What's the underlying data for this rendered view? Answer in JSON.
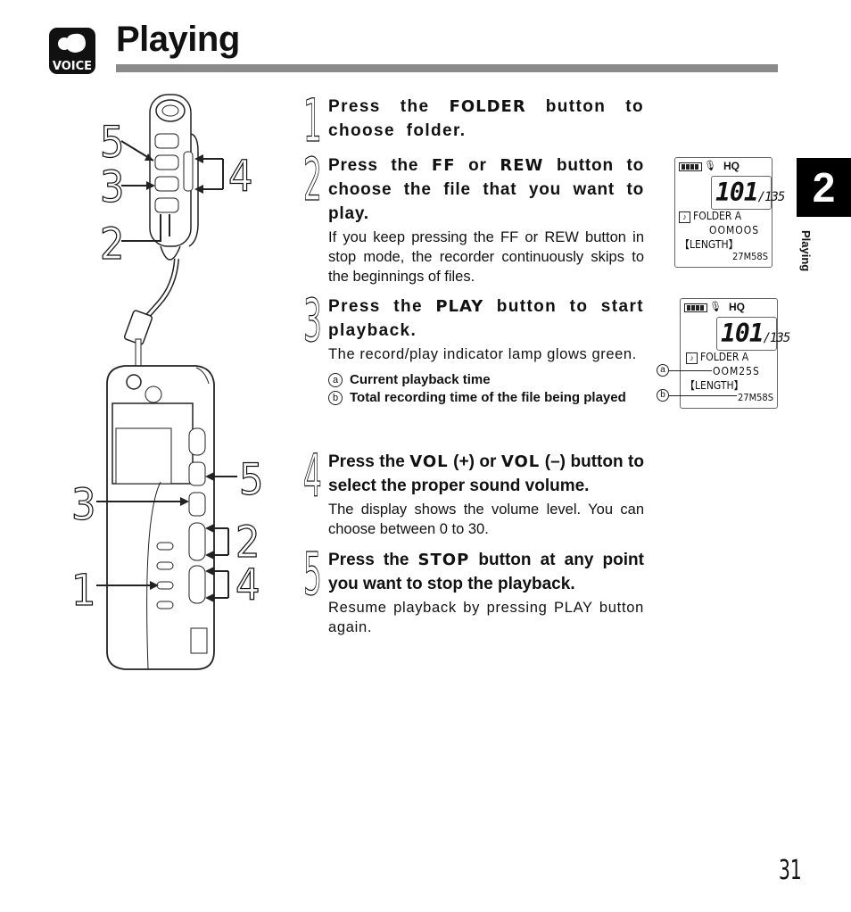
{
  "header": {
    "logo_text": "VOICE",
    "title": "Playing"
  },
  "side_tab": {
    "chapter": "2",
    "label": "Playing"
  },
  "illustration": {
    "callouts_top": [
      "5",
      "3",
      "2",
      "4"
    ],
    "callouts_bottom": [
      "3",
      "1",
      "5",
      "2",
      "4"
    ]
  },
  "steps": [
    {
      "number": "1",
      "head_pre": "Press the ",
      "head_kw": "FOLDER",
      "head_post": " button to choose folder."
    },
    {
      "number": "2",
      "head_pre": "Press the ",
      "head_kw": "FF",
      "head_mid": " or ",
      "head_kw2": "REW",
      "head_post": " button to choose the file that you want to play.",
      "text": "If you keep pressing the FF or REW button in stop mode, the recorder continuously skips to the beginnings of files."
    },
    {
      "number": "3",
      "head_pre": "Press the ",
      "head_kw": "PLAY",
      "head_post": " button to start playback.",
      "text": "The record/play indicator lamp glows green.",
      "legend": [
        {
          "mark": "a",
          "text": "Current playback time"
        },
        {
          "mark": "b",
          "text": "Total recording time of the file being played"
        }
      ]
    },
    {
      "number": "4",
      "head_pre": "Press the ",
      "head_kw": "VOL",
      "head_mid": " (+) or ",
      "head_kw2": "VOL",
      "head_post": " (–) button to select the proper sound volume.",
      "text": "The display shows the volume level. You can choose between 0 to 30."
    },
    {
      "number": "5",
      "head_pre": "Press the ",
      "head_kw": "STOP",
      "head_post": " button at any point you want to stop the playback.",
      "text": "Resume playback by pressing PLAY button again."
    }
  ],
  "lcd1": {
    "hq": "HQ",
    "big": "101",
    "small": "/135",
    "folder": "FOLDER A",
    "time": "OOMOOS",
    "length": "【LENGTH】",
    "total": "27M58S"
  },
  "lcd2": {
    "hq": "HQ",
    "big": "101",
    "small": "/135",
    "folder": "FOLDER A",
    "time": "OOM25S",
    "length": "【LENGTH】",
    "total": "27M58S",
    "mark_a": "a",
    "mark_b": "b"
  },
  "footer": {
    "page_number": "31"
  }
}
